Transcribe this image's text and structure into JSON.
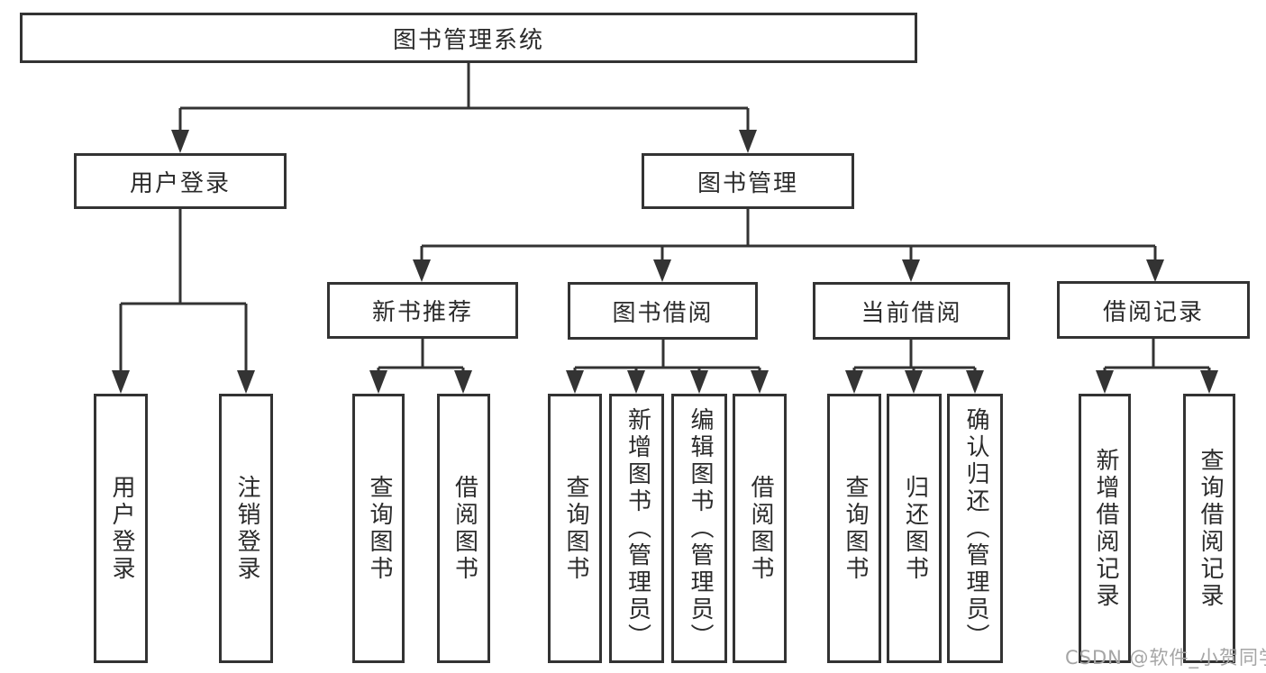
{
  "title": "图书管理系统",
  "watermark": "CSDN @软件_小贺同学",
  "colors": {
    "line": "#333333",
    "border": "#333333",
    "text": "#2b2b2b",
    "watermark_text": "#a5a5a5",
    "background": "#ffffff"
  },
  "tree": {
    "root": {
      "label": "图书管理系统"
    },
    "branches": [
      {
        "label": "用户登录",
        "children": [
          {
            "label": "用户登录"
          },
          {
            "label": "注销登录"
          }
        ]
      },
      {
        "label": "图书管理",
        "sections": [
          {
            "label": "新书推荐",
            "children": [
              {
                "label": "查询图书"
              },
              {
                "label": "借阅图书"
              }
            ]
          },
          {
            "label": "图书借阅",
            "children": [
              {
                "label": "查询图书"
              },
              {
                "label": "新增图书（管理员）"
              },
              {
                "label": "编辑图书（管理员）"
              },
              {
                "label": "借阅图书"
              }
            ]
          },
          {
            "label": "当前借阅",
            "children": [
              {
                "label": "查询图书"
              },
              {
                "label": "归还图书"
              },
              {
                "label": "确认归还（管理员）"
              }
            ]
          },
          {
            "label": "借阅记录",
            "children": [
              {
                "label": "新增借阅记录"
              },
              {
                "label": "查询借阅记录"
              }
            ]
          }
        ]
      }
    ]
  }
}
